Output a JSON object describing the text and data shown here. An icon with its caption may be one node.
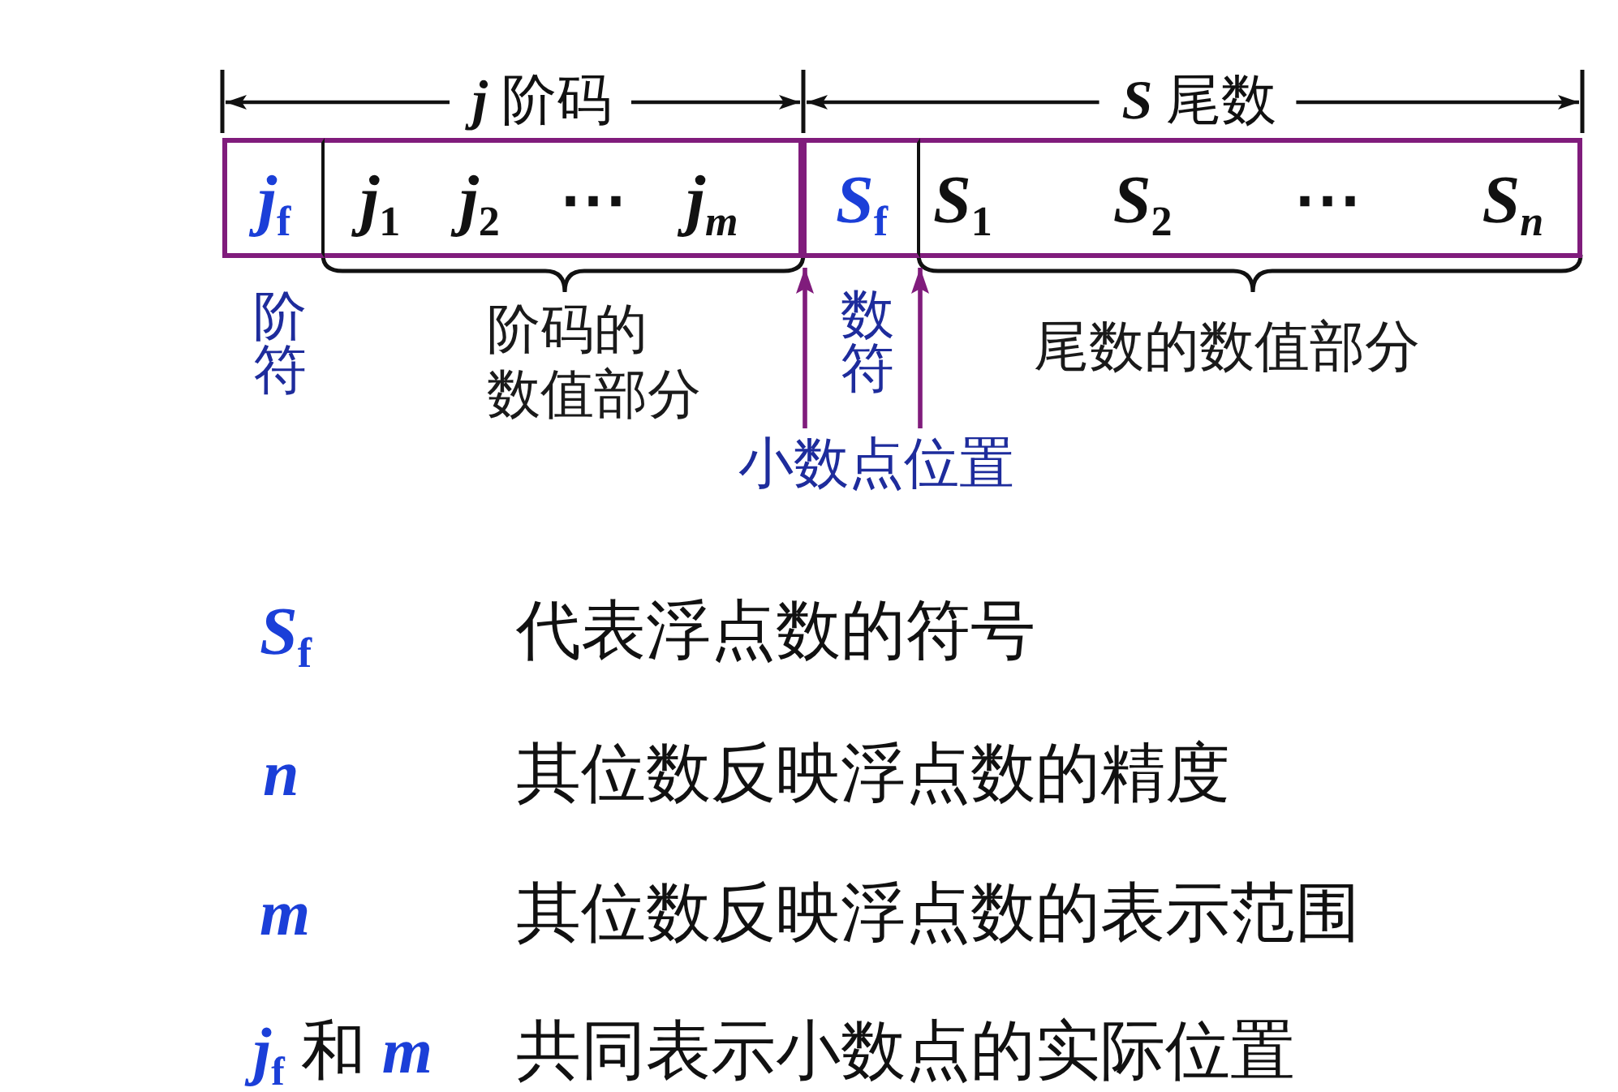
{
  "diagram": {
    "nodes": [
      {
        "text": [
          "*j*$_{f}$"
        ],
        "beside": [
          "阶符"
        ]
      },
      {
        "text": [
          "*j*$_{1}$ *j*$_{2}$ ⋯ *j*$_{m}$"
        ],
        "beside": [
          "阶码的数值部分"
        ]
      },
      {
        "text": [
          "*S*$_{f}$"
        ],
        "beside": [
          "数符"
        ]
      },
      {
        "text": [
          "*S*$_{1}$ *S*$_{2}$ ⋯ *S*$_{n}$"
        ],
        "beside": [
          "尾数的数值部分"
        ]
      },
      {
        "text": [
          "小数点位置"
        ]
      }
    ],
    "edges": [
      {
        "from": 4,
        "to": 2,
        "arrow": "to"
      },
      {
        "from": 4,
        "to": 2,
        "arrow": "to"
      }
    ],
    "labels": [
      "*j* 阶码",
      "*S* 尾数",
      "*S*$_{f}$",
      "代表浮点数的符号",
      "n",
      "其位数反映浮点数的精度",
      "m",
      "其位数反映浮点数的表示范围",
      "*j*$_{f}$ 和 *m*",
      "共同表示小数点的实际位置"
    ]
  }
}
